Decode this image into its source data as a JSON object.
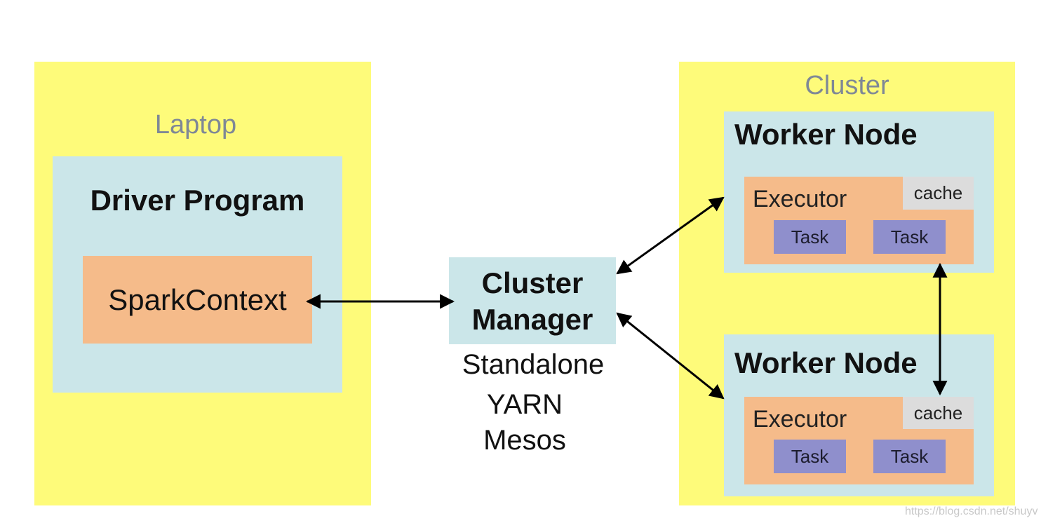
{
  "laptop": {
    "label": "Laptop",
    "driver": {
      "title": "Driver Program",
      "spark_context": "SparkContext"
    }
  },
  "cluster_manager": {
    "title_line1": "Cluster",
    "title_line2": "Manager",
    "options": [
      "Standalone",
      "YARN",
      "Mesos"
    ]
  },
  "cluster": {
    "label": "Cluster",
    "workers": [
      {
        "title": "Worker Node",
        "executor": {
          "label": "Executor",
          "cache": "cache",
          "tasks": [
            "Task",
            "Task"
          ]
        }
      },
      {
        "title": "Worker Node",
        "executor": {
          "label": "Executor",
          "cache": "cache",
          "tasks": [
            "Task",
            "Task"
          ]
        }
      }
    ]
  },
  "watermark": "https://blog.csdn.net/shuyv",
  "colors": {
    "region": "#fefb7a",
    "container": "#cbe6e9",
    "executor": "#f5bb8a",
    "cache": "#dcdcdc",
    "task": "#8f8fcc",
    "arrow": "#000000"
  }
}
